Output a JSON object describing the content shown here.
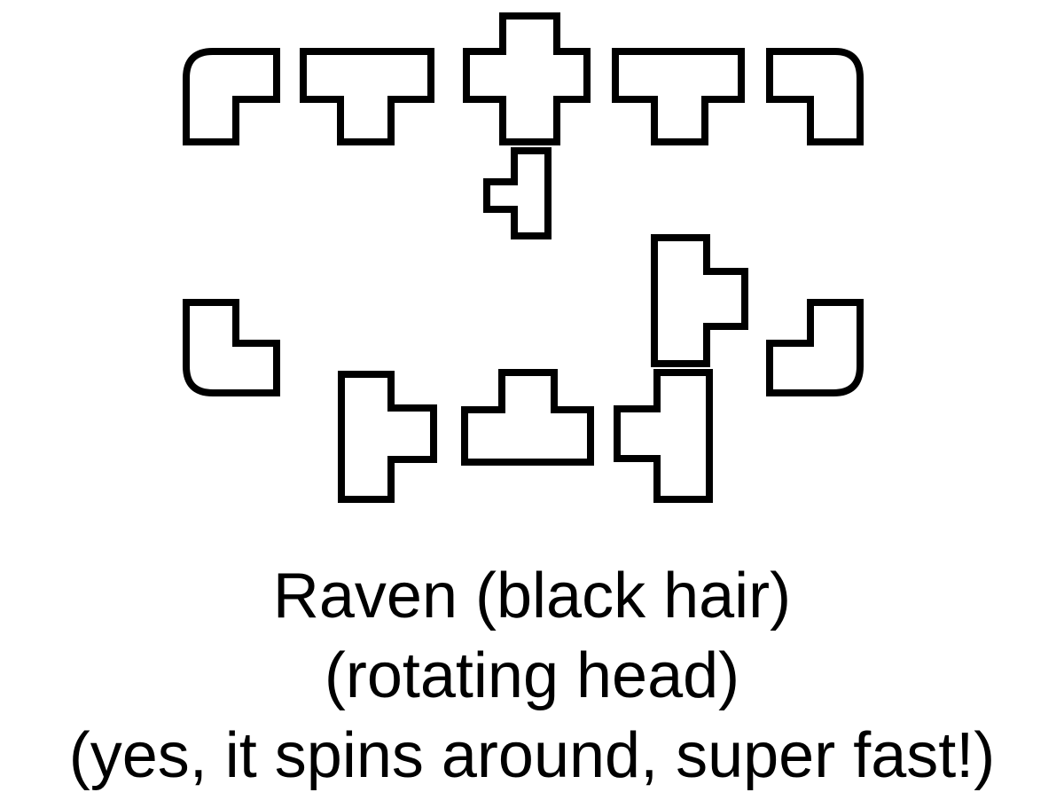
{
  "caption": {
    "line1": "Raven (black hair)",
    "line2": "(rotating head)",
    "line3": "(yes, it spins around, super fast!)"
  },
  "colors": {
    "background": "#ffffff",
    "stroke": "#000000"
  }
}
